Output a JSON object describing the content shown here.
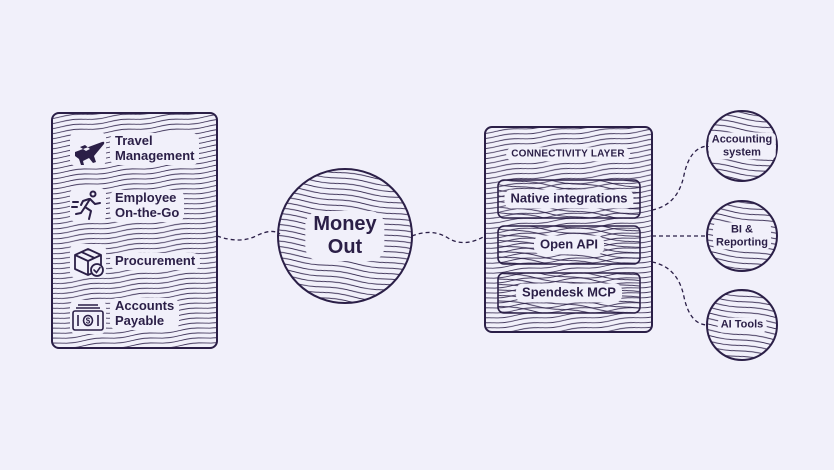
{
  "left_panel": {
    "items": [
      {
        "label_line1": "Travel",
        "label_line2": "Management",
        "icon": "airplane-icon"
      },
      {
        "label_line1": "Employee",
        "label_line2": "On-the-Go",
        "icon": "running-person-icon"
      },
      {
        "label_line1": "Procurement",
        "icon": "package-check-icon"
      },
      {
        "label_line1": "Accounts",
        "label_line2": "Payable",
        "icon": "cash-stack-icon"
      }
    ]
  },
  "center_circle": {
    "line1": "Money",
    "line2": "Out"
  },
  "connectivity": {
    "title": "CONNECTIVITY LAYER",
    "items": [
      "Native integrations",
      "Open API",
      "Spendesk MCP"
    ]
  },
  "outputs": [
    {
      "line1": "Accounting",
      "line2": "system"
    },
    {
      "line1": "BI &",
      "line2": "Reporting"
    },
    {
      "line1": "AI Tools"
    }
  ],
  "colors": {
    "ink": "#2b1f47",
    "background": "#f1f0fa"
  }
}
